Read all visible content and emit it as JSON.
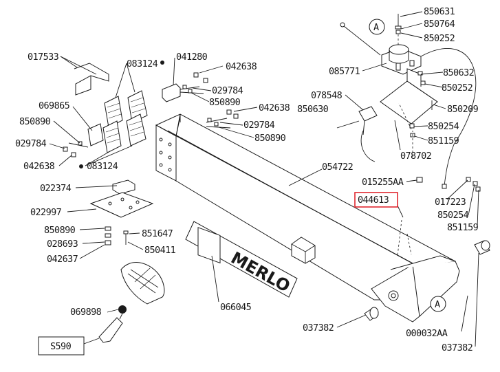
{
  "labels": {
    "l850631": "850631",
    "l850764": "850764",
    "l850252a": "850252",
    "l085771": "085771",
    "l850632": "850632",
    "l850252b": "850252",
    "l078548": "078548",
    "l850630": "850630",
    "l850209": "850209",
    "l850254a": "850254",
    "l851159a": "851159",
    "l078702": "078702",
    "l017533": "017533",
    "l083124a": "083124",
    "l041280": "041280",
    "l042638a": "042638",
    "l029784a": "029784",
    "l850890a": "850890",
    "l042638b": "042638",
    "l029784b": "029784",
    "l850890b": "850890",
    "l069865": "069865",
    "l850890c": "850890",
    "l029784c": "029784",
    "l042638c": "042638",
    "l083124b": "083124",
    "l054722": "054722",
    "l015255AA": "015255AA",
    "l044613": "044613",
    "l017223": "017223",
    "l850254b": "850254",
    "l851159b": "851159",
    "l022374": "022374",
    "l022997": "022997",
    "l850890d": "850890",
    "l851647": "851647",
    "l028693": "028693",
    "l850411": "850411",
    "l042637": "042637",
    "l066045": "066045",
    "l069898": "069898",
    "l037382a": "037382",
    "l000032AA": "000032AA",
    "l037382b": "037382",
    "s590": "S590",
    "calloutA1": "A",
    "calloutA2": "A"
  },
  "decal_text": "MERLO",
  "colors": {
    "line": "#1a1a1a",
    "highlight": "#e0262e",
    "background": "#ffffff"
  }
}
